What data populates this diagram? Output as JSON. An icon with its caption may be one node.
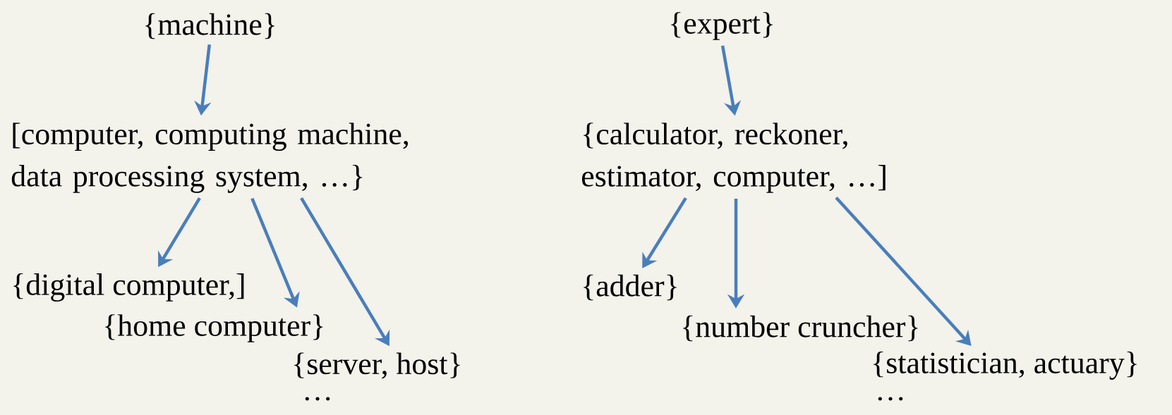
{
  "diagram": {
    "nodes": [
      {
        "text": [
          "{machine}"
        ]
      },
      {
        "text": [
          "[computer, computing machine, data processing system, …}"
        ]
      },
      {
        "text": [
          "{digital computer,]"
        ]
      },
      {
        "text": [
          "{home computer}"
        ]
      },
      {
        "text": [
          "{server, host}"
        ]
      },
      {
        "text": [
          "{expert}"
        ]
      },
      {
        "text": [
          "{calculator, reckoner, estimator, computer, …]"
        ]
      },
      {
        "text": [
          "{adder}"
        ]
      },
      {
        "text": [
          "{number cruncher}"
        ]
      },
      {
        "text": [
          "{statistician, actuary}"
        ]
      }
    ],
    "edges": [
      {
        "from": 0,
        "to": 1,
        "arrow": "to"
      },
      {
        "from": 1,
        "to": 2,
        "arrow": "to"
      },
      {
        "from": 1,
        "to": 3,
        "arrow": "to"
      },
      {
        "from": 1,
        "to": 4,
        "arrow": "to"
      },
      {
        "from": 5,
        "to": 6,
        "arrow": "to"
      },
      {
        "from": 6,
        "to": 7,
        "arrow": "to"
      },
      {
        "from": 6,
        "to": 8,
        "arrow": "to"
      },
      {
        "from": 6,
        "to": 9,
        "arrow": "to"
      }
    ],
    "labels": [
      "…",
      "…"
    ]
  }
}
